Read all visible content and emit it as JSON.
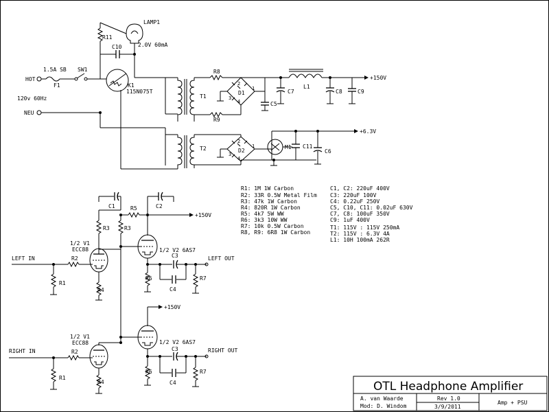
{
  "title_block": {
    "title": "OTL Headphone Amplifier",
    "author": "A. van Waarde",
    "mod": "Mod: D. Windom",
    "rev": "Rev 1.0",
    "date": "3/9/2011",
    "sheet": "Amp + PSU"
  },
  "psu": {
    "lamp": "LAMP1",
    "lamp_rating": "2.0V 60mA",
    "r11": "R11",
    "c10": "C10",
    "k1": "K1",
    "k1_part": "115N075T",
    "hot": "HOT",
    "fuse_rating": "1.5A SB",
    "fuse": "F1",
    "sw1": "SW1",
    "mains": "120v 60Hz",
    "neu": "NEU",
    "t1": "T1",
    "t2": "T2",
    "r8": "R8",
    "r9": "R9",
    "d1": "D1",
    "d2": "D2",
    "c5": "C5",
    "c7": "C7",
    "l1": "L1",
    "c8": "C8",
    "c9": "C9",
    "b150": "+150V",
    "b63": "+6.3V",
    "m1": "M1",
    "c11": "C11",
    "c6": "C6",
    "pin2": "2",
    "pin3": "3",
    "pin1": "1",
    "pin4": "4"
  },
  "parts_list": {
    "resistors": [
      "R1:  1M 1W Carbon",
      "R2:  33R 0.5W Metal Film",
      "R3:  47k 1W Carbon",
      "R4:  820R 1W Carbon",
      "R5:  4k7 5W WW",
      "R6:  3k3 10W WW",
      "R7:  10k 0.5W Carbon",
      "R8, R9: 6R8 1W Carbon"
    ],
    "caps": [
      "C1, C2: 220uF 400V",
      "C3:  220uF 100V",
      "C4:  0.22uF 250V",
      "C5, C10, C11: 0.02uF 630V",
      "C7, C8: 100uF 350V",
      "C9:  1uF 400V"
    ],
    "magnetics": [
      "T1:  115V : 115V 250mA",
      "T2:  115V : 6.3V 4A",
      "L1:  10H 100mA 262R"
    ]
  },
  "amp": {
    "c1": "C1",
    "c2": "C2",
    "r5": "R5",
    "b150": "+150V",
    "r3": "R3",
    "left_in": "LEFT IN",
    "right_in": "RIGHT IN",
    "left_out": "LEFT OUT",
    "right_out": "RIGHT OUT",
    "v1": "1/2 V1",
    "ecc88": "ECC88",
    "v2": "1/2 V2 6AS7",
    "r1": "R1",
    "r2": "R2",
    "r4": "R4",
    "r6": "R6",
    "r7": "R7",
    "c3": "C3",
    "c4": "C4"
  }
}
